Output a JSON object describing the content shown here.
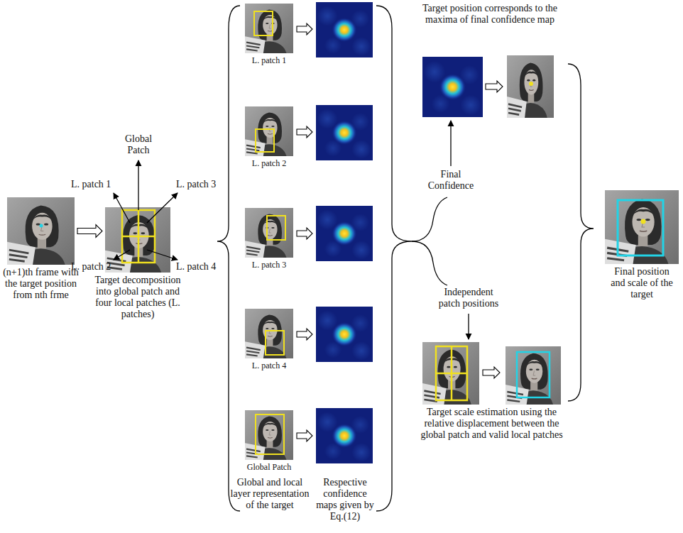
{
  "diagram": {
    "nodes": [
      {
        "text": [
          "(n+1)th frame with the target position from nth frme"
        ]
      },
      {
        "text": [
          "Target decomposition into global patch and four local patches (L. patches)"
        ]
      },
      {
        "text": [
          "L. patch 1"
        ]
      },
      {
        "text": [
          "L. patch 2"
        ]
      },
      {
        "text": [
          "L. patch 3"
        ]
      },
      {
        "text": [
          "L. patch 4"
        ]
      },
      {
        "text": [
          "Global Patch"
        ]
      },
      {
        "text": [
          "Target scale estimation using the relative displacement between the global patch and valid local patches"
        ]
      },
      {
        "text": [
          "Final position and scale of the target"
        ]
      }
    ],
    "edges": [
      {
        "from": 0,
        "to": 1,
        "arrow": "to"
      }
    ],
    "labels": [
      "Global Patch",
      "L. patch 1",
      "L. patch 3",
      "L. patch 2",
      "L. patch 4",
      "Global and local layer representation of the target",
      "Respective confidence maps given by Eq.(12)",
      "Target position corresponds to the maxima of final confidence map",
      "Final Confidence",
      "Independent patch positions"
    ]
  }
}
